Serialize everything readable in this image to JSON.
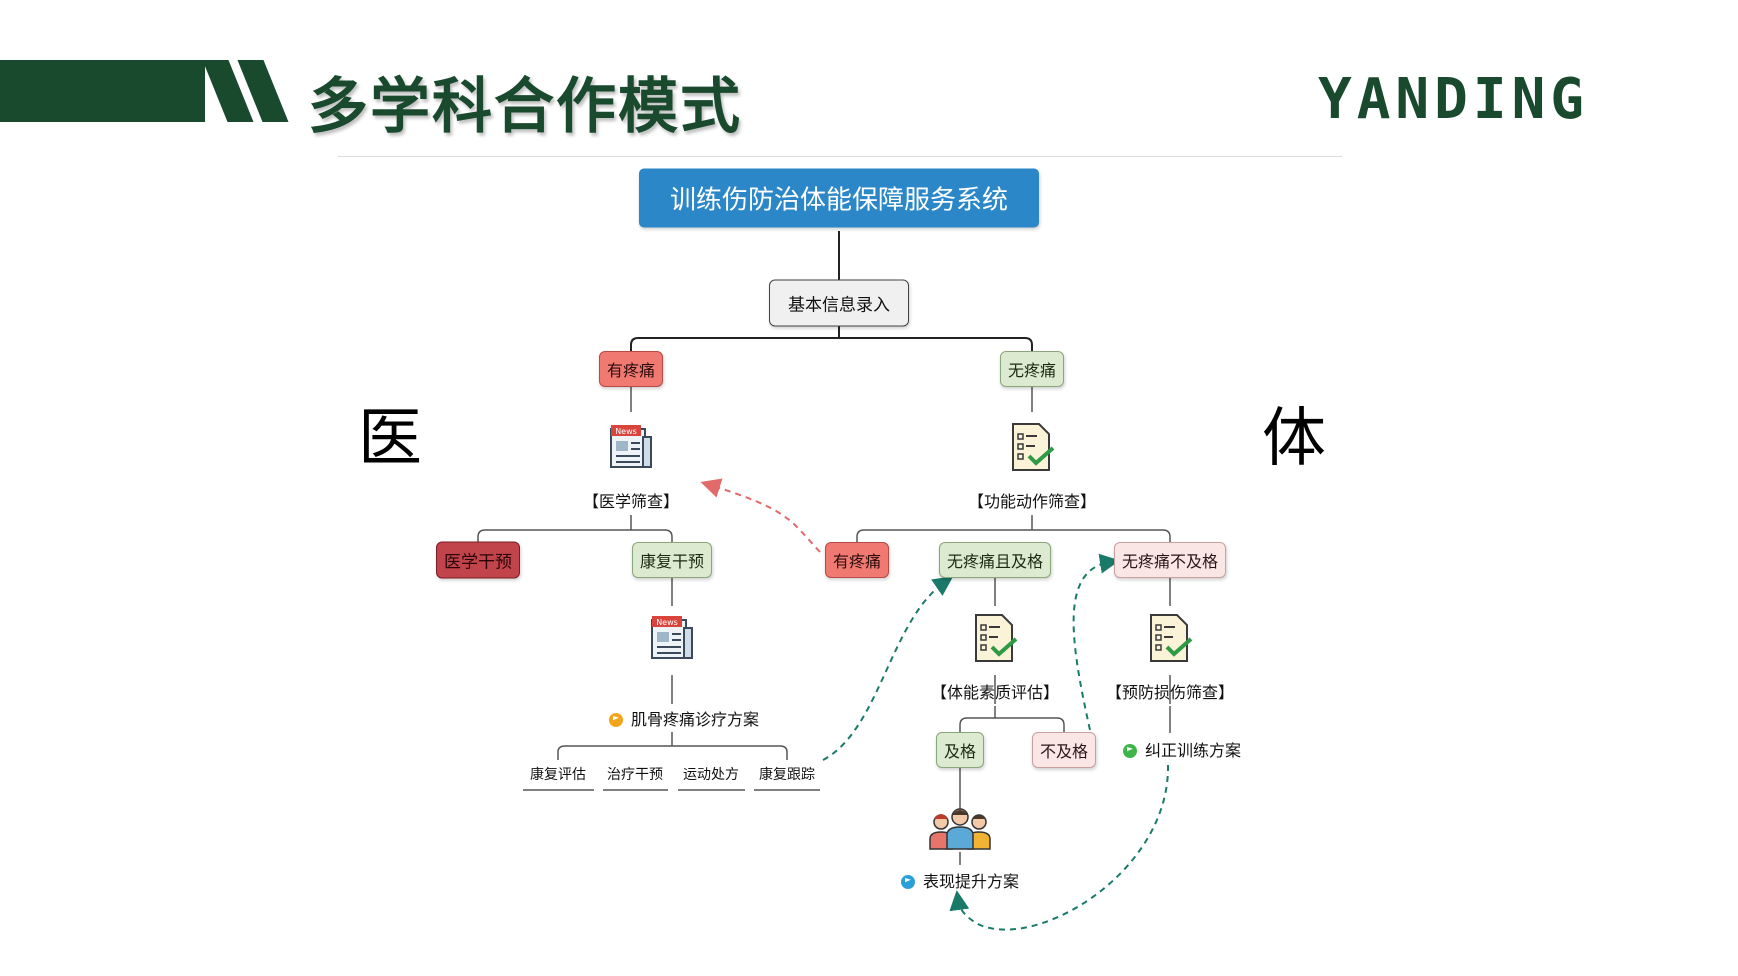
{
  "header": {
    "title": "多学科合作模式",
    "logo": "YANDING"
  },
  "side_labels": {
    "left": "医",
    "right": "体"
  },
  "diagram": {
    "root": "训练伤防治体能保障服务系统",
    "basic_info": "基本信息录入",
    "pain": "有疼痛",
    "no_pain": "无疼痛",
    "medical_screening": "【医学筛查】",
    "functional_screening": "【功能动作筛查】",
    "medical_intervention": "医学干预",
    "rehab_intervention": "康复干预",
    "pain_branch": "有疼痛",
    "pass_branch": "无疼痛且及格",
    "fail_branch": "无疼痛不及格",
    "msk_plan": "肌骨疼痛诊疗方案",
    "leaves": [
      "康复评估",
      "治疗干预",
      "运动处方",
      "康复跟踪"
    ],
    "physical_assessment": "【体能素质评估】",
    "injury_prevention": "【预防损伤筛查】",
    "pass": "及格",
    "fail": "不及格",
    "corrective_plan": "纠正训练方案",
    "performance_plan": "表现提升方案"
  },
  "colors": {
    "brand_green": "#1a4a2e",
    "root_blue": "#2b87c8",
    "pain_red": "#f07a72",
    "intervention_red": "#c2444b",
    "green_node": "#dcebcf",
    "pink_node": "#fbe6e6",
    "dashed_red": "#e36a6a",
    "dashed_teal": "#1a7a6a"
  }
}
